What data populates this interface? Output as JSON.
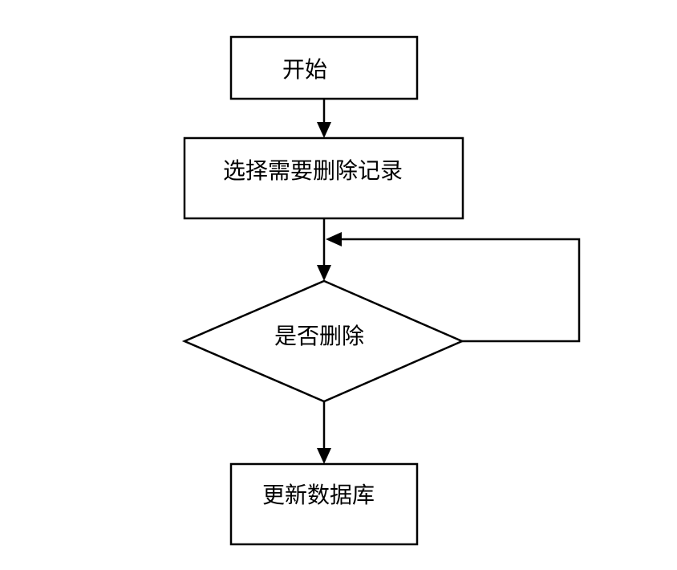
{
  "diagram": {
    "type": "flowchart",
    "nodes": {
      "start": {
        "label": "开始",
        "shape": "rectangle"
      },
      "select": {
        "label": "选择需要删除记录",
        "shape": "rectangle"
      },
      "decision": {
        "label": "是否删除",
        "shape": "diamond"
      },
      "update": {
        "label": "更新数据库",
        "shape": "rectangle"
      }
    },
    "edges": [
      {
        "from": "start",
        "to": "select"
      },
      {
        "from": "select",
        "to": "decision"
      },
      {
        "from": "decision",
        "to": "decision",
        "note": "loop back"
      },
      {
        "from": "decision",
        "to": "update"
      }
    ],
    "colors": {
      "stroke": "#000000",
      "fill": "#ffffff",
      "text": "#000000"
    }
  }
}
